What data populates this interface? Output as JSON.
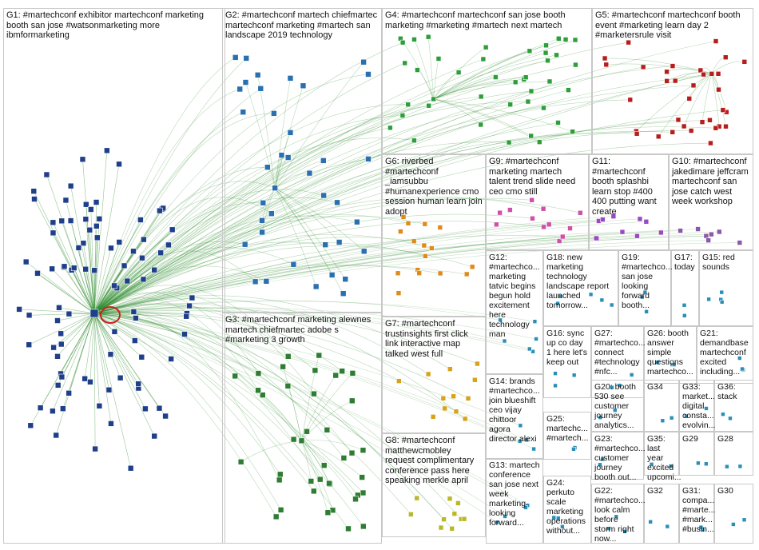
{
  "groups": [
    {
      "id": "G1",
      "text": "G1: #martechconf exhibitor martechconf marketing booth san jose #watsonmarketing more ibmformarketing"
    },
    {
      "id": "G2",
      "text": "G2: #martechconf martech chiefmartec martechconf marketing #martech san landscape 2019 technology"
    },
    {
      "id": "G3",
      "text": "G3: #martechconf marketing alewnes martech chiefmartec adobe s #marketing 3 growth"
    },
    {
      "id": "G4",
      "text": "G4: #martechconf martechconf san jose booth marketing #marketing #martech next martech"
    },
    {
      "id": "G5",
      "text": "G5: #martechconf martechconf booth event #marketing learn day 2 #marketersrule visit"
    },
    {
      "id": "G6",
      "text": "G6: riverbed #martechconf _iamsubbu #humanexperience cmo session human learn join adopt"
    },
    {
      "id": "G7",
      "text": "G7: #martechconf trustinsights first click link interactive map talked west full"
    },
    {
      "id": "G8",
      "text": "G8: #martechconf matthewcmobley request complimentary conference pass here speaking merkle april"
    },
    {
      "id": "G9",
      "text": "G9: #martechconf marketing martech talent trend slide need ceo cmo still"
    },
    {
      "id": "G10",
      "text": "G10: #martechconf jakedimare jeffcram martechconf san jose catch west week workshop"
    },
    {
      "id": "G11",
      "text": "G11: #martechconf booth splashbi learn stop #400 400 putting want create"
    },
    {
      "id": "G12",
      "text": "G12: #martechco... marketing tatvic begins begun hold excitement here technology man"
    },
    {
      "id": "G13",
      "text": "G13: martech conference san jose next week marketing looking forward..."
    },
    {
      "id": "G14",
      "text": "G14: brands #martechco... join blueshift ceo vijay chittoor agora director alexi"
    },
    {
      "id": "G15",
      "text": "G15: red sounds"
    },
    {
      "id": "G16",
      "text": "G16: sync up co day 1 here let's keep out"
    },
    {
      "id": "G17",
      "text": "G17: today"
    },
    {
      "id": "G18",
      "text": "G18: new marketing technology landscape report launched tomorrow..."
    },
    {
      "id": "G19",
      "text": "G19: #martechco... san jose looking forward booth..."
    },
    {
      "id": "G20",
      "text": "G20: booth 530 see customer journey analytics..."
    },
    {
      "id": "G21",
      "text": "G21: demandbase martechconf excited including..."
    },
    {
      "id": "G22",
      "text": "G22: #martechco... look calm before storm right now..."
    },
    {
      "id": "G23",
      "text": "G23: #martechco... customer journey booth out..."
    },
    {
      "id": "G24",
      "text": "G24: perkuto scale marketing operations without..."
    },
    {
      "id": "G25",
      "text": "G25: martechc... #martech..."
    },
    {
      "id": "G26",
      "text": "G26: booth answer simple questions martechco..."
    },
    {
      "id": "G27",
      "text": "G27: #martechco... connect #technology #nfc..."
    },
    {
      "id": "G28",
      "text": "G28"
    },
    {
      "id": "G29",
      "text": "G29"
    },
    {
      "id": "G30",
      "text": "G30"
    },
    {
      "id": "G31",
      "text": "G31: compa... #marte... #mark... #busin..."
    },
    {
      "id": "G32",
      "text": "G32"
    },
    {
      "id": "G33",
      "text": "G33: market... digital consta... evolvin..."
    },
    {
      "id": "G34",
      "text": "G34"
    },
    {
      "id": "G35",
      "text": "G35: last year excited upcomi..."
    },
    {
      "id": "G36",
      "text": "G36: stack"
    }
  ],
  "colors": {
    "edge": "#2e8b2e",
    "G1": "#1f3f8a",
    "G2": "#2a6fb0",
    "G3": "#2e7d32",
    "G4": "#2e9e3a",
    "G5": "#b81d1d",
    "G6": "#e08a1a",
    "G7": "#d8a21a",
    "G8": "#b8b82a",
    "G9": "#d04fa8",
    "G10": "#8a5aa8",
    "G11": "#9a4ac0",
    "small": "#2a8fb8"
  }
}
